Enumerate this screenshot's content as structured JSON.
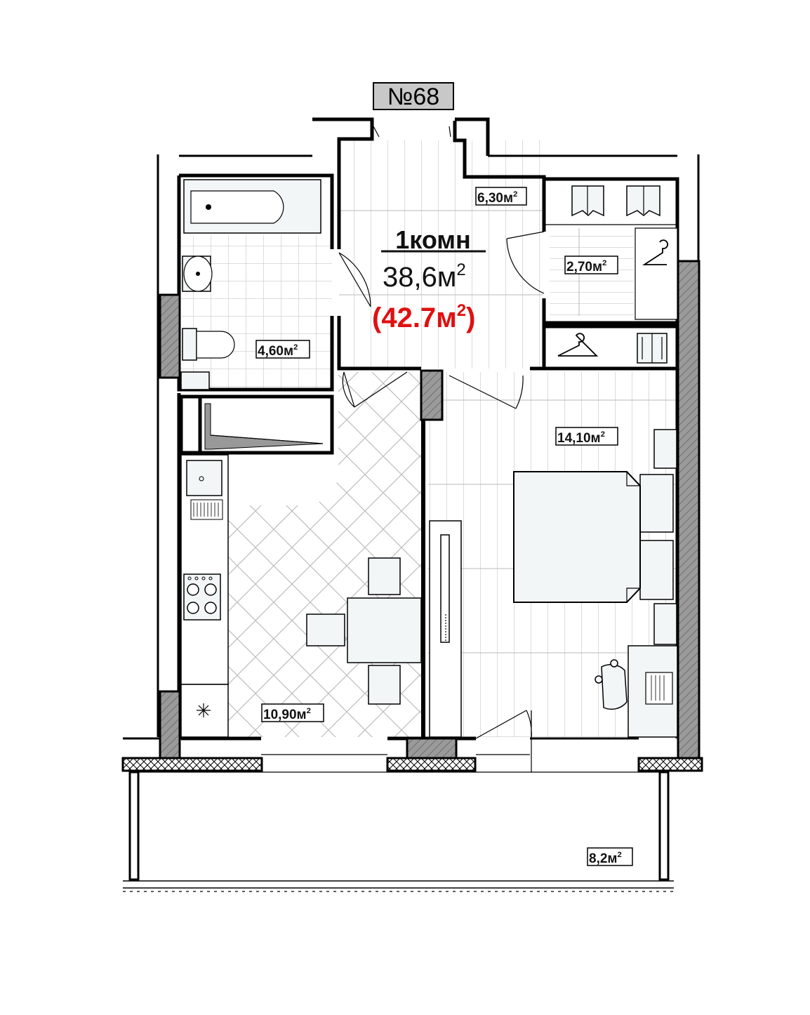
{
  "unit": {
    "number": "№68"
  },
  "apartment": {
    "rooms": "1комн",
    "living_area": "38,6м",
    "living_area_sup": "2",
    "total_area_open": "(42.7м",
    "total_area_sup": "2",
    "total_area_close": ")"
  },
  "rooms": {
    "hallway": {
      "value": "6,30м",
      "sup": "2"
    },
    "wardrobe": {
      "value": "2,70м",
      "sup": "2"
    },
    "bathroom": {
      "value": "4,60м",
      "sup": "2"
    },
    "bedroom": {
      "value": "14,10м",
      "sup": "2"
    },
    "kitchen": {
      "value": "10,90м",
      "sup": "2"
    },
    "balcony": {
      "value": "8,2м",
      "sup": "2"
    }
  },
  "colors": {
    "total_area": "#e01010",
    "unit_badge": "#c8c8c8",
    "furniture": "#f2f6f7"
  },
  "icons": [
    "bathtub-icon",
    "sink-icon",
    "toilet-icon",
    "stove-icon",
    "kitchen-sink-icon",
    "hanger-icon",
    "shirt-icon",
    "bed-icon",
    "dining-table-icon",
    "desk-icon",
    "chair-icon",
    "boiler-icon"
  ]
}
